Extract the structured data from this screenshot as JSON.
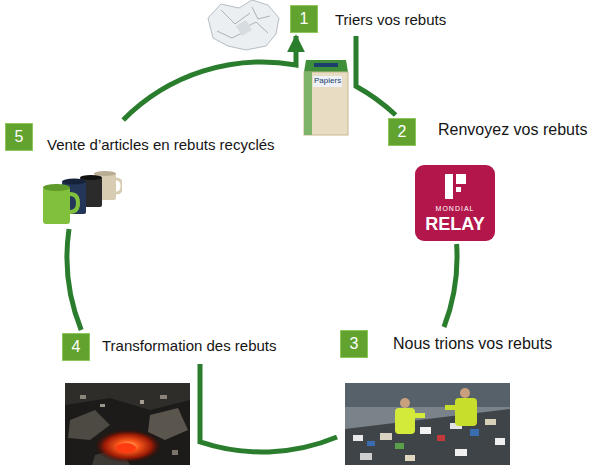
{
  "diagram": {
    "nodes": [
      {
        "text": [
          "1",
          "Triers vos rebuts"
        ]
      },
      {
        "text": [
          "2",
          "Renvoyez vos rebuts"
        ]
      },
      {
        "text": [
          "3",
          "Nous trions vos rebuts"
        ]
      },
      {
        "text": [
          "4",
          "Transformation des rebuts"
        ]
      },
      {
        "text": [
          "5",
          "Vente d’articles en rebuts recyclés"
        ]
      }
    ],
    "edges": [
      {
        "from": 0,
        "to": 1,
        "arrow": "none"
      },
      {
        "from": 1,
        "to": 2,
        "arrow": "none"
      },
      {
        "from": 2,
        "to": 3,
        "arrow": "none"
      },
      {
        "from": 3,
        "to": 4,
        "arrow": "none"
      },
      {
        "from": 4,
        "to": 0,
        "arrow": "to"
      }
    ],
    "labels": [
      "Papiers",
      "MONDIAL",
      "RELAY"
    ]
  }
}
